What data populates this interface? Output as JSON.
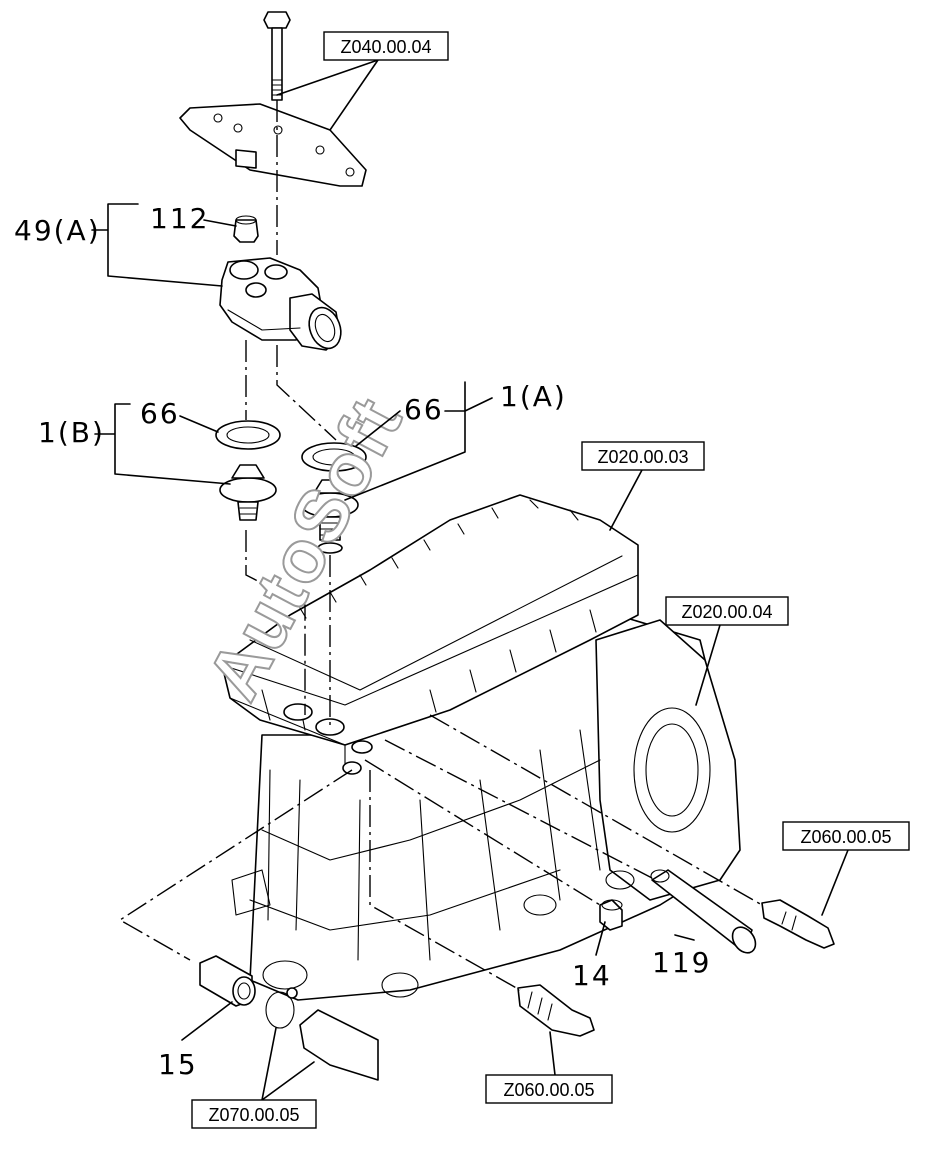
{
  "watermark": "AutoSoft",
  "ref_codes": {
    "top": "Z040.00.04",
    "head": "Z020.00.03",
    "block": "Z020.00.04",
    "sensor_right": "Z060.00.05",
    "sensor_bottom": "Z060.00.05",
    "hose_clamp": "Z070.00.05"
  },
  "part_labels": {
    "housing_assy": "49(A)",
    "plug_112": "112",
    "assy_b": "1(B)",
    "gasket_b": "66",
    "gasket_a": "66",
    "assy_a": "1(A)",
    "plug_14": "14",
    "pipe_119": "119",
    "plug_15": "15"
  }
}
